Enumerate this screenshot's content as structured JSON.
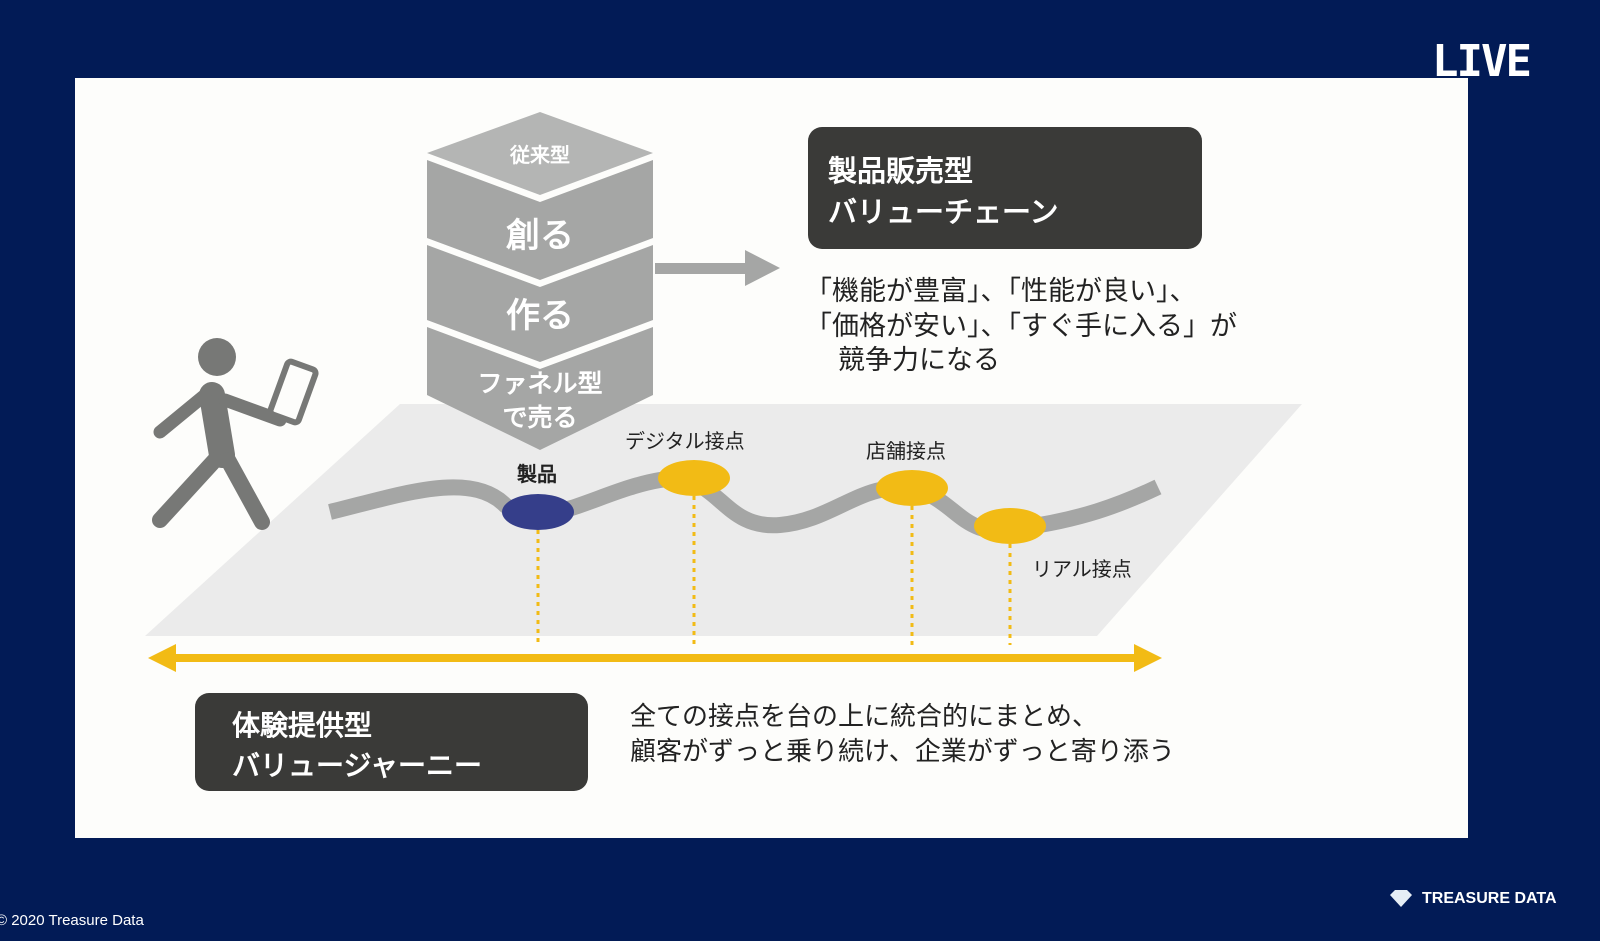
{
  "overlay": {
    "live_label": "LIVE",
    "copyright": "© 2020 Treasure Data",
    "brand": "TREASURE DATA"
  },
  "stack": {
    "top": "従来型",
    "layers": [
      "創る",
      "作る",
      "ファネル型",
      "で売る"
    ]
  },
  "value_chain_box": {
    "line1": "製品販売型",
    "line2": "バリューチェーン"
  },
  "value_chain_text": [
    "「機能が豊富」、「性能が良い」、",
    "「価格が安い」、「すぐ手に入る」が",
    "競争力になる"
  ],
  "touchpoints": {
    "product": "製品",
    "digital": "デジタル接点",
    "store": "店舗接点",
    "real": "リアル接点"
  },
  "value_journey_box": {
    "line1": "体験提供型",
    "line2": "バリュージャーニー"
  },
  "value_journey_text": [
    "全ての接点を台の上に統合的にまとめ、",
    "顧客がずっと乗り続け、企業がずっと寄り添う"
  ],
  "colors": {
    "navy": "#021b56",
    "yellow": "#f2bb15",
    "product_dot": "#353e8a",
    "dark_box": "#3a3a38",
    "grey": "#a5a6a5"
  }
}
